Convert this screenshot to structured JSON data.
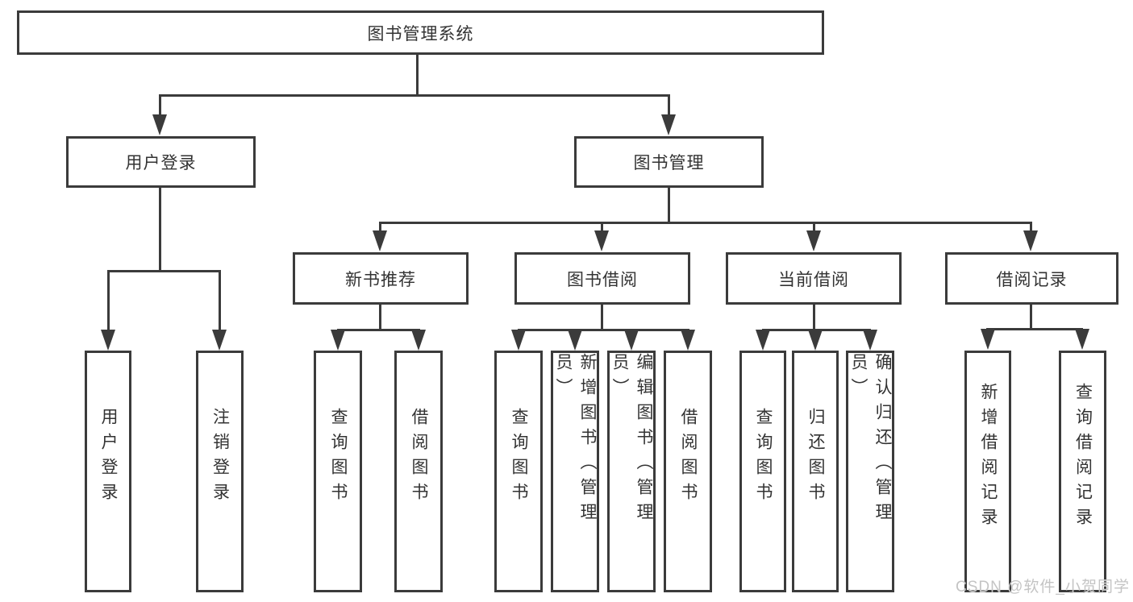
{
  "tree": {
    "label": "图书管理系统",
    "children": [
      {
        "label": "用户登录",
        "children": [
          {
            "label": "用户登录"
          },
          {
            "label": "注销登录"
          }
        ]
      },
      {
        "label": "图书管理",
        "children": [
          {
            "label": "新书推荐",
            "children": [
              {
                "label": "查询图书"
              },
              {
                "label": "借阅图书"
              }
            ]
          },
          {
            "label": "图书借阅",
            "children": [
              {
                "label": "查询图书"
              },
              {
                "label": "新增图书（管理员）"
              },
              {
                "label": "编辑图书（管理员）"
              },
              {
                "label": "借阅图书"
              }
            ]
          },
          {
            "label": "当前借阅",
            "children": [
              {
                "label": "查询图书"
              },
              {
                "label": "归还图书"
              },
              {
                "label": "确认归还（管理员）"
              }
            ]
          },
          {
            "label": "借阅记录",
            "children": [
              {
                "label": "新增借阅记录"
              },
              {
                "label": "查询借阅记录"
              }
            ]
          }
        ]
      }
    ]
  },
  "watermark": "CSDN @软件_小贺同学",
  "colors": {
    "line": "#3b3b3b",
    "text": "#333333",
    "watermark": "#c4c4c4",
    "background": "#ffffff"
  }
}
